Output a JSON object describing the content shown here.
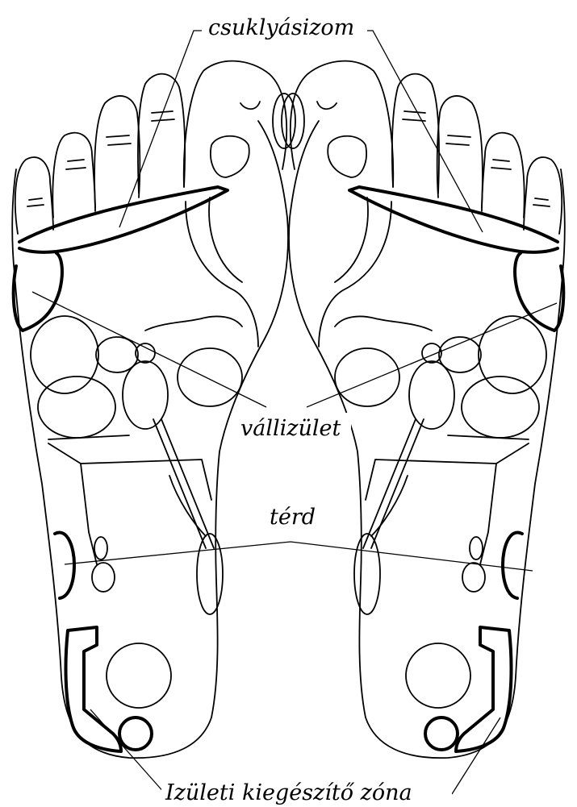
{
  "labels": {
    "top": "csuklyásizom",
    "middle": "vállizület",
    "knee": "térd",
    "bottom": "Izületi kiegészítő zóna"
  }
}
